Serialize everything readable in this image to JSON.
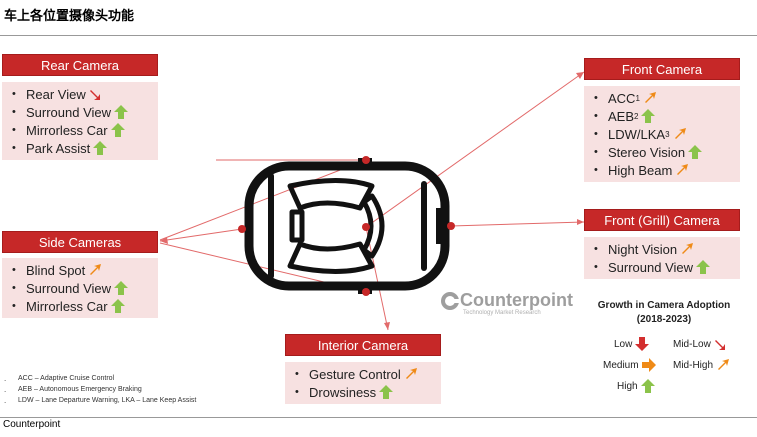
{
  "page_title": "车上各位置摄像头功能",
  "source": "Counterpoint",
  "brand": {
    "name": "Counterpoint",
    "subtitle": "Technology Market Research"
  },
  "colors": {
    "panel_red": "#c62828",
    "panel_bg": "#f7e1e1",
    "low": "#d32f2f",
    "mid_low": "#d32f2f",
    "medium": "#ef8a17",
    "mid_high": "#ef8a17",
    "high": "#8bc34a"
  },
  "panels": {
    "rear": {
      "title": "Rear Camera",
      "items": [
        {
          "label": "Rear View",
          "growth": "mid-low"
        },
        {
          "label": "Surround View",
          "growth": "high"
        },
        {
          "label": "Mirrorless Car",
          "growth": "high"
        },
        {
          "label": "Park Assist",
          "growth": "high"
        }
      ]
    },
    "side": {
      "title": "Side Cameras",
      "items": [
        {
          "label": "Blind Spot",
          "growth": "mid-high"
        },
        {
          "label": "Surround View",
          "growth": "high"
        },
        {
          "label": "Mirrorless Car",
          "growth": "high"
        }
      ]
    },
    "front": {
      "title": "Front Camera",
      "items": [
        {
          "label": "ACC",
          "sup": "1",
          "growth": "mid-high"
        },
        {
          "label": "AEB",
          "sup": "2",
          "growth": "high"
        },
        {
          "label": "LDW/LKA",
          "sup": "3",
          "growth": "mid-high"
        },
        {
          "label": "Stereo Vision",
          "growth": "high"
        },
        {
          "label": "High Beam",
          "growth": "mid-high"
        }
      ]
    },
    "grill": {
      "title": "Front (Grill) Camera",
      "items": [
        {
          "label": "Night Vision",
          "growth": "mid-high"
        },
        {
          "label": "Surround View",
          "growth": "high"
        }
      ]
    },
    "interior": {
      "title": "Interior Camera",
      "items": [
        {
          "label": "Gesture Control",
          "growth": "mid-high"
        },
        {
          "label": "Drowsiness",
          "growth": "high"
        }
      ]
    }
  },
  "legend": {
    "title_line1": "Growth in Camera Adoption",
    "title_line2": "(2018-2023)",
    "low": "Low",
    "mid_low": "Mid-Low",
    "medium": "Medium",
    "mid_high": "Mid-High",
    "high": "High"
  },
  "footnotes": [
    "ACC – Adaptive Cruise Control",
    "AEB – Autonomous Emergency Braking",
    "LDW – Lane Departure Warning, LKA – Lane Keep Assist"
  ],
  "bullet": "•",
  "footnote_marker": "."
}
